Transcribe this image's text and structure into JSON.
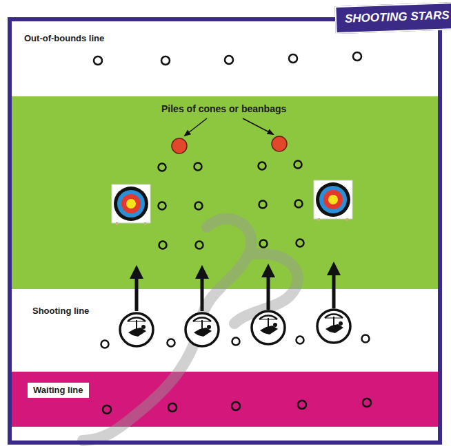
{
  "diagram": {
    "title": "SHOOTING STARS",
    "nodes": [
      {
        "text": [
          "Out-of-bounds line"
        ]
      },
      {
        "text": [
          "Shooting line"
        ]
      },
      {
        "text": [
          "Waiting line"
        ]
      }
    ],
    "labels": [
      "Piles of cones or beanbags"
    ]
  }
}
